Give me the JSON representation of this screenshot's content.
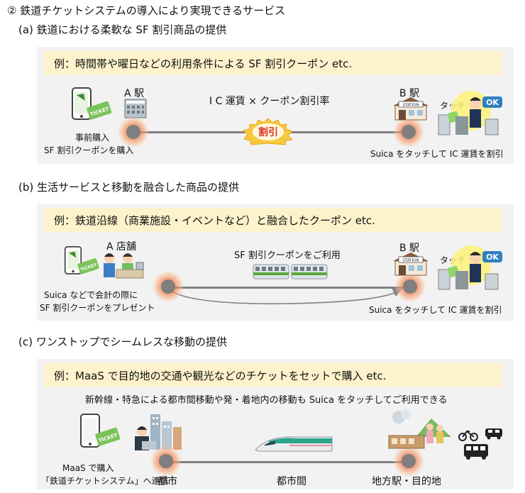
{
  "title": "② 鉄道チケットシステムの導入により実現できるサービス",
  "sections": [
    {
      "heading": "(a) 鉄道における柔軟な SF 割引商品の提供",
      "example": "例：時間帯や曜日などの利用条件による SF 割引クーポン etc.",
      "station_a": "A 駅",
      "formula": "I C 運賃 × クーポン割引率",
      "discount_badge": "割引",
      "station_b": "B 駅",
      "touch_label": "タッチ",
      "ok_label": "OK",
      "ticket_label": "TICKET",
      "station_sign": "STATION",
      "left_caption_1": "事前購入",
      "left_caption_2": "SF 割引クーポンを購入",
      "right_caption": "Suica をタッチして IC 運賃を割引"
    },
    {
      "heading": "(b) 生活サービスと移動を融合した商品の提供",
      "example": "例：鉄道沿線（商業施設・イベントなど）と融合したクーポン etc.",
      "store_a": "A 店舗",
      "middle_label": "SF 割引クーポンをご利用",
      "station_b": "B 駅",
      "touch_label": "タッチ",
      "ok_label": "OK",
      "ticket_label": "TICKET",
      "station_sign": "STATION",
      "left_caption_1": "Suica などで会計の際に",
      "left_caption_2": "SF 割引クーポンをプレゼント",
      "right_caption": "Suica をタッチして IC 運賃を割引"
    },
    {
      "heading": "(c) ワンストップでシームレスな移動の提供",
      "example": "例：MaaS で目的地の交通や観光などのチケットをセットで購入 etc.",
      "description": "新幹線・特急による都市間移動や発・着地内の移動も Suica をタッチしてご利用できる",
      "ticket_label": "TICKET",
      "left_caption_1": "MaaS で購入",
      "left_caption_2": "「鉄道チケットシステム」へ連携",
      "node_city": "都市",
      "node_intercity": "都市間",
      "node_local": "地方駅・目的地"
    }
  ],
  "colors": {
    "banner": "#fdf2cc",
    "panel": "#f2f2f2",
    "node": "#7f7f7f",
    "glow": "#f27c48",
    "ticket": "#7cc35a",
    "badge_text": "#e0301e",
    "ok": "#2f7fc1",
    "train_green": "#5aa83a",
    "shinkansen": "#2aa58a"
  }
}
